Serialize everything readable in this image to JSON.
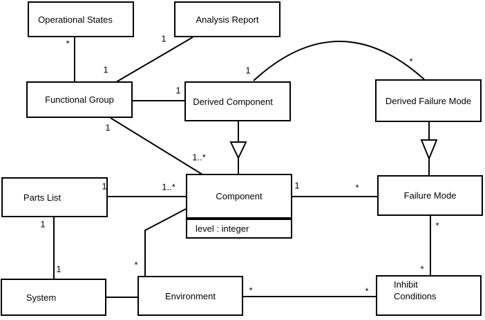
{
  "diagram": {
    "type": "uml-class-diagram",
    "colors": {
      "background": "#ffffff",
      "line": "#000000",
      "text": "#000000"
    },
    "nodes": {
      "operational_states": {
        "label": "Operational States"
      },
      "analysis_report": {
        "label": "Analysis Report"
      },
      "functional_group": {
        "label": "Functional Group"
      },
      "derived_component": {
        "label": "Derived Component"
      },
      "derived_failure_mode": {
        "label": "Derived Failure Mode"
      },
      "parts_list": {
        "label": "Parts List"
      },
      "component": {
        "label": "Component",
        "attribute": "level : integer"
      },
      "failure_mode": {
        "label": "Failure Mode"
      },
      "system": {
        "label": "System"
      },
      "environment": {
        "label": "Environment"
      },
      "inhibit_conditions": {
        "label": "Inhibit\nConditions"
      }
    },
    "associations": [
      {
        "source": "Operational States",
        "target": "Functional Group",
        "source_mult": "*",
        "type": "association"
      },
      {
        "source": "Analysis Report",
        "target": "Functional Group",
        "source_mult": "1",
        "target_mult": "1",
        "type": "association"
      },
      {
        "source": "Functional Group",
        "target": "Derived Component",
        "target_mult": "1",
        "type": "association"
      },
      {
        "source": "Functional Group",
        "target": "Component",
        "source_mult": "1",
        "target_mult": "1..*",
        "type": "association"
      },
      {
        "source": "Parts List",
        "target": "Component",
        "source_mult": "1",
        "target_mult": "1..*",
        "type": "association"
      },
      {
        "source": "Parts List",
        "target": "System",
        "source_mult": "1",
        "target_mult": "1",
        "type": "association"
      },
      {
        "source": "System",
        "target": "Environment",
        "type": "association"
      },
      {
        "source": "Component",
        "target": "Environment",
        "target_mult": "*",
        "type": "association"
      },
      {
        "source": "Component",
        "target": "Failure Mode",
        "source_mult": "1",
        "target_mult": "*",
        "type": "association"
      },
      {
        "source": "Derived Component",
        "target": "Derived Failure Mode",
        "source_mult": "1",
        "target_mult": "*",
        "type": "association"
      },
      {
        "source": "Derived Component",
        "target": "Component",
        "type": "generalization"
      },
      {
        "source": "Derived Failure Mode",
        "target": "Failure Mode",
        "type": "generalization"
      },
      {
        "source": "Failure Mode",
        "target": "Inhibit Conditions",
        "source_mult": "*",
        "target_mult": "*",
        "type": "association"
      },
      {
        "source": "Environment",
        "target": "Inhibit Conditions",
        "source_mult": "*",
        "target_mult": "*",
        "type": "association"
      }
    ]
  }
}
